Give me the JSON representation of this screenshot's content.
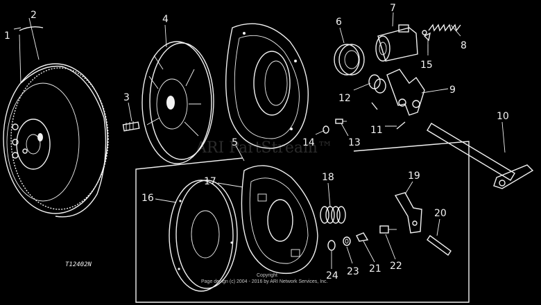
{
  "parts": [
    "1",
    "2",
    "3",
    "4",
    "5",
    "6",
    "7",
    "8",
    "9",
    "10",
    "11",
    "12",
    "13",
    "14",
    "15",
    "16",
    "17",
    "18",
    "19",
    "20",
    "21",
    "22",
    "23",
    "24"
  ],
  "figure_code": "T12402N",
  "watermark": "ARI PartStream™",
  "copyright_line1": "Copyright",
  "copyright_line2": "Page design (c) 2004 - 2016 by ARI Network Services, Inc."
}
